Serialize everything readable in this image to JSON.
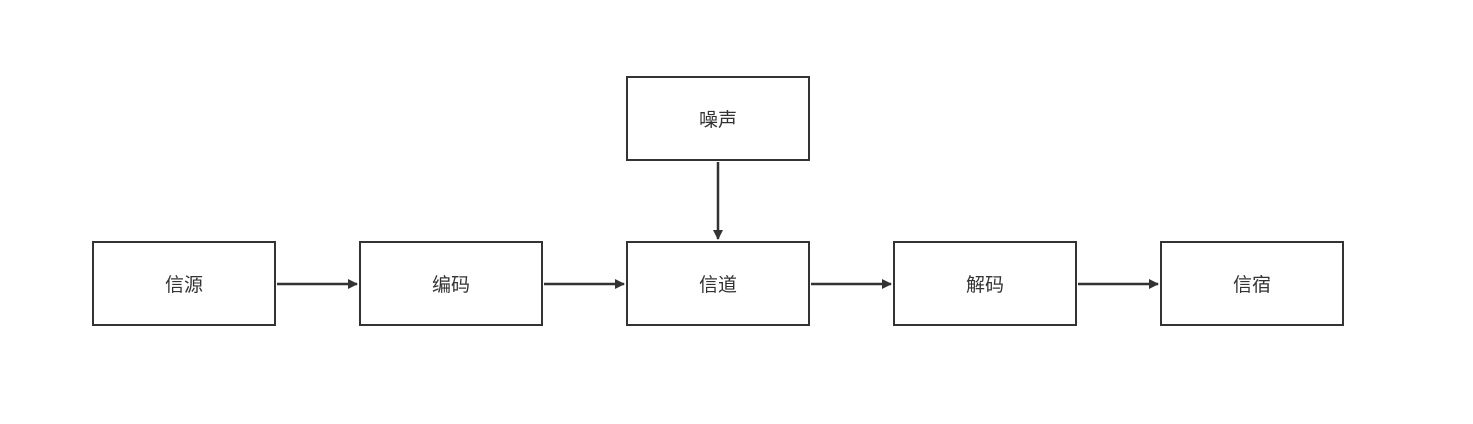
{
  "nodes": {
    "source": "信源",
    "encode": "编码",
    "channel": "信道",
    "decode": "解码",
    "sink": "信宿",
    "noise": "噪声"
  },
  "edges": [
    {
      "from": "source",
      "to": "encode"
    },
    {
      "from": "encode",
      "to": "channel"
    },
    {
      "from": "channel",
      "to": "decode"
    },
    {
      "from": "decode",
      "to": "sink"
    },
    {
      "from": "noise",
      "to": "channel"
    }
  ],
  "colors": {
    "stroke": "#333333",
    "fill": "#ffffff",
    "text": "#333333"
  }
}
